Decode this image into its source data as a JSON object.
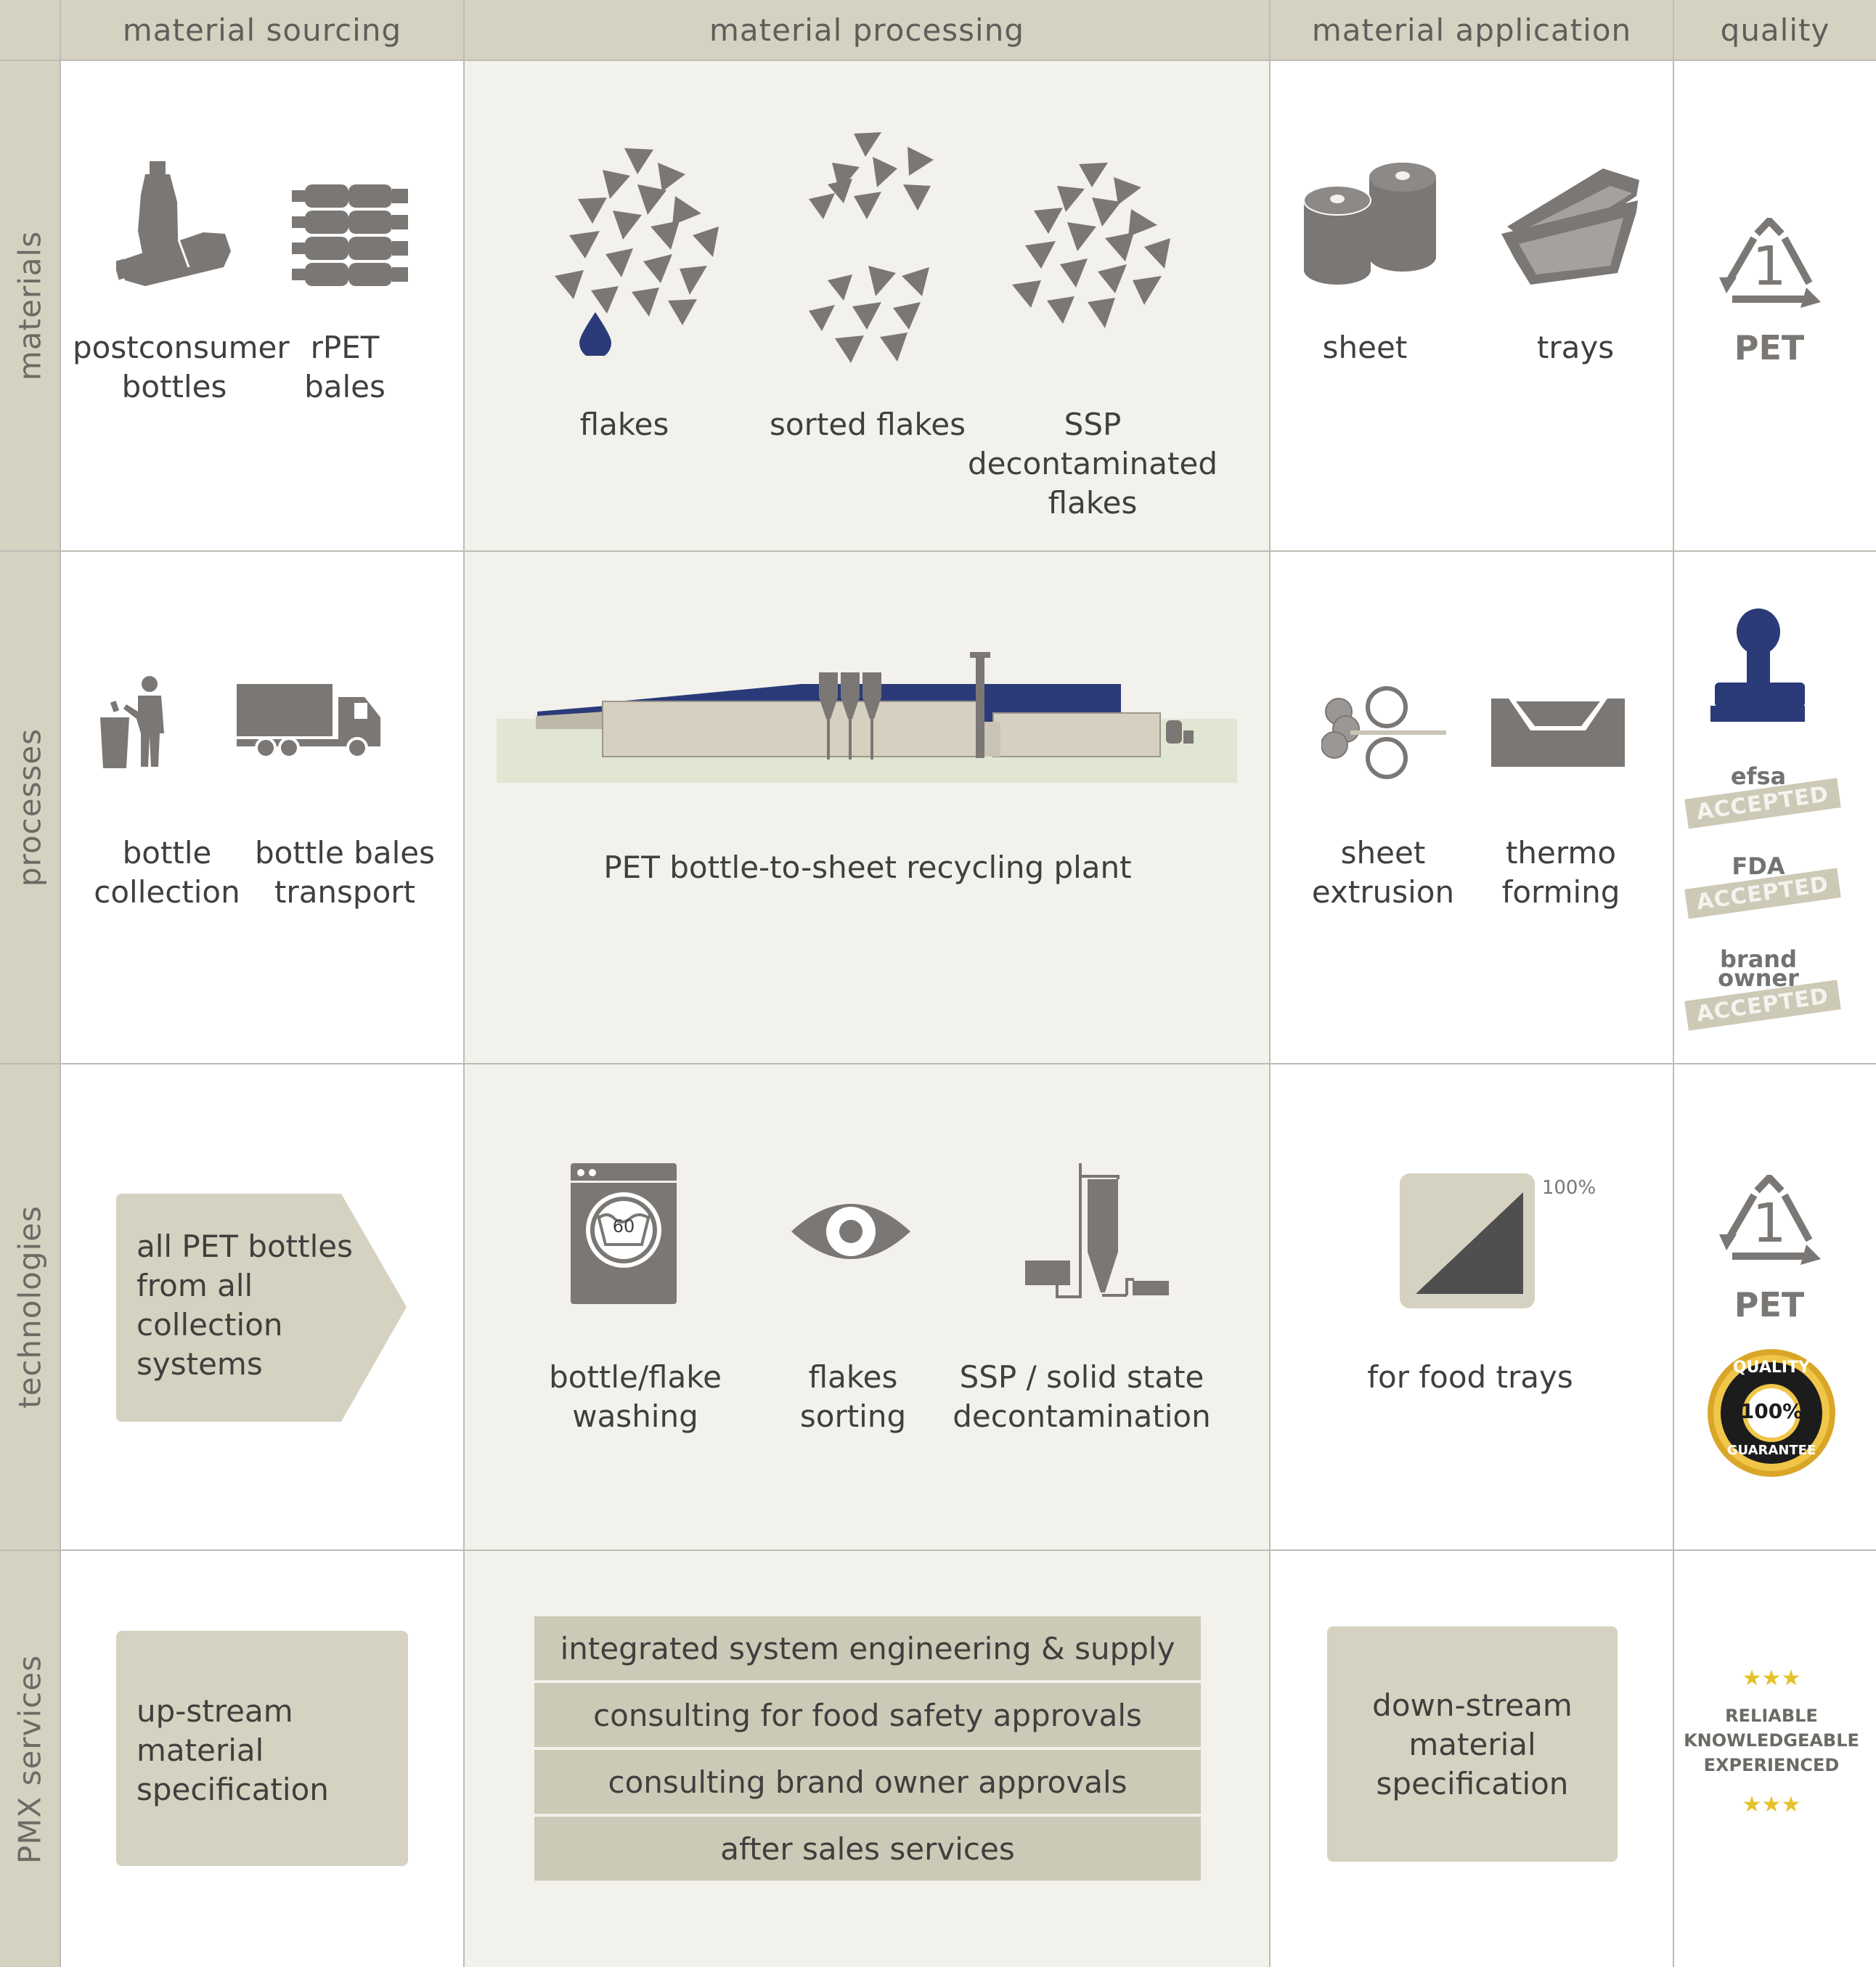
{
  "columns": {
    "sourcing": "material sourcing",
    "processing": "material processing",
    "application": "material application",
    "quality": "quality"
  },
  "rows": {
    "materials": "materials",
    "processes": "processes",
    "technologies": "technologies",
    "services": "PMX services"
  },
  "materials": {
    "bottles": "postconsumer\nbottles",
    "bales": "rPET\nbales",
    "flakes": "flakes",
    "sorted_flakes": "sorted flakes",
    "ssp_flakes": "SSP\ndecontaminated\nflakes",
    "sheet": "sheet",
    "trays": "trays",
    "recycle_number": "1",
    "recycle_code": "PET"
  },
  "processes": {
    "collection": "bottle\ncollection",
    "transport": "bottle bales\ntransport",
    "plant": "PET bottle-to-sheet recycling plant",
    "extrusion": "sheet\nextrusion",
    "thermoforming": "thermo\nforming",
    "stamp_efsa_top": "efsa",
    "stamp_fda_top": "FDA",
    "stamp_brand_top": "brand\nowner",
    "stamp_accepted": "ACCEPTED"
  },
  "technologies": {
    "arrow_box": "all PET bottles\nfrom all\ncollection\nsystems",
    "washing": "bottle/flake\nwashing",
    "washing_temp": "60",
    "sorting": "flakes\nsorting",
    "ssp": "SSP / solid state\ndecontamination",
    "food_percent": "100%",
    "food_trays": "for food trays",
    "recycle_number": "1",
    "recycle_code": "PET",
    "seal_top": "QUALITY",
    "seal_mid": "100%",
    "seal_bottom": "GUARANTEE"
  },
  "services": {
    "upstream": "up-stream\nmaterial\nspecification",
    "bars": [
      "integrated system engineering & supply",
      "consulting for food safety approvals",
      "consulting brand owner approvals",
      "after sales services"
    ],
    "downstream": "down-stream\nmaterial\nspecification",
    "stars": "★★★",
    "reliable": "RELIABLE",
    "knowledgeable": "KNOWLEDGEABLE",
    "experienced": "EXPERIENCED"
  },
  "colors": {
    "header": "#d5d2c1",
    "tint": "#f2f1ec",
    "icon_grey": "#7a7774",
    "accent_blue": "#2b3a78",
    "gold": "#d9a628"
  }
}
